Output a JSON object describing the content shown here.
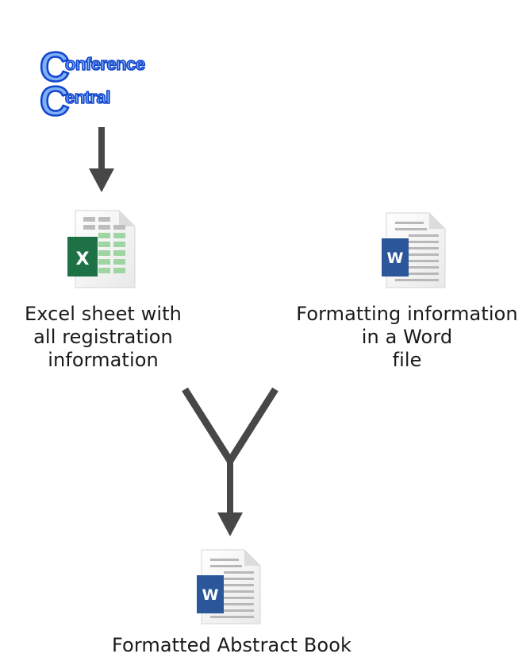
{
  "logo": {
    "line1_initial": "C",
    "line1_rest": "onference",
    "line2_initial": "C",
    "line2_rest": "entral",
    "fill": "#7fb0f5",
    "stroke": "#1144cc"
  },
  "excel_caption": [
    "Excel sheet with",
    "all registration",
    "information"
  ],
  "word_caption": [
    "Formatting information",
    "in a Word",
    "file"
  ],
  "output_caption": "Formatted Abstract Book",
  "icons": {
    "excel_letter": "X",
    "word_letter": "W",
    "excel_color": "#1e7145",
    "word_color": "#2b579a"
  },
  "colors": {
    "arrow": "#474747",
    "text": "#1a1a1a"
  }
}
